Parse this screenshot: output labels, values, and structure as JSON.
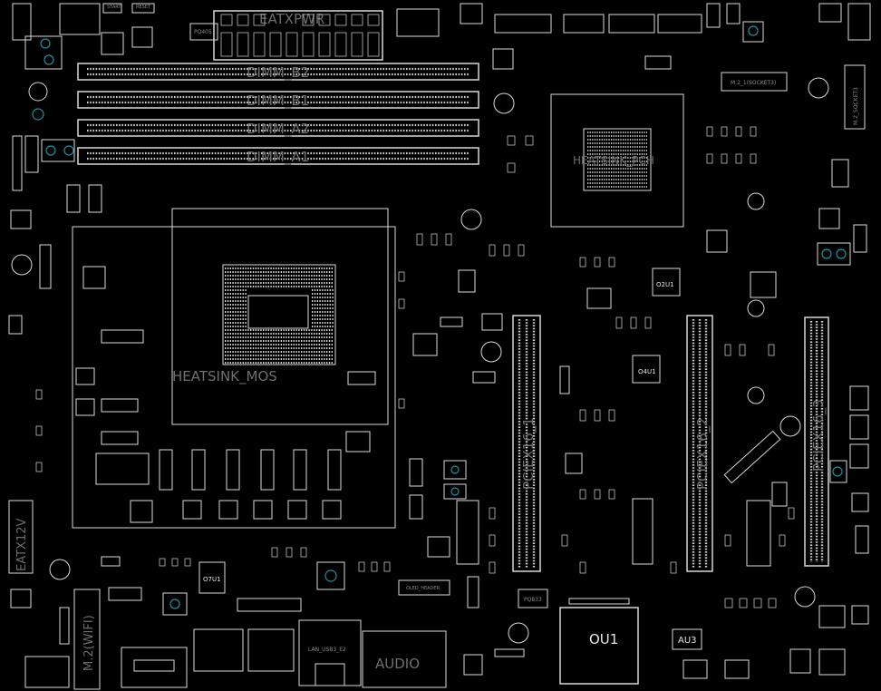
{
  "labels": {
    "atx_power": "EATXPWR",
    "dimm_b2": "DIMM_B2",
    "dimm_b1": "DIMM_B1",
    "dimm_a2": "DIMM_A2",
    "dimm_a1": "DIMM_A1",
    "heatsink_pch": "HEATSINK_PCH",
    "heatsink_mos": "HEATSINK_MOS",
    "pciex16_1": "PCIEX16_1",
    "pciex16_2": "PCIEX16_2",
    "pciex16_3": "PCIEX16_3",
    "eatx12v": "EATX12V",
    "m2_wifi": "M.2(WIFI)",
    "audio": "AUDIO",
    "ou1": "OU1",
    "au3": "AU3",
    "o2u1": "O2U1",
    "o4u1": "O4U1",
    "o7u1": "O7U1",
    "m2_socket3": "M.2_1(SOCKET3)",
    "oled_header": "OLED_HEADER",
    "start": "START",
    "reset": "RESET",
    "pq405": "PQ405",
    "lan_usb": "LAN_USB3_E2",
    "m2_sockets": "M.2_SOCKET3",
    "pq833": "PQ833"
  },
  "colors": {
    "background": "#000000",
    "outline": "#d8d8d8",
    "label": "#6e6e6e",
    "mount_hole": "#1f8fa0"
  }
}
